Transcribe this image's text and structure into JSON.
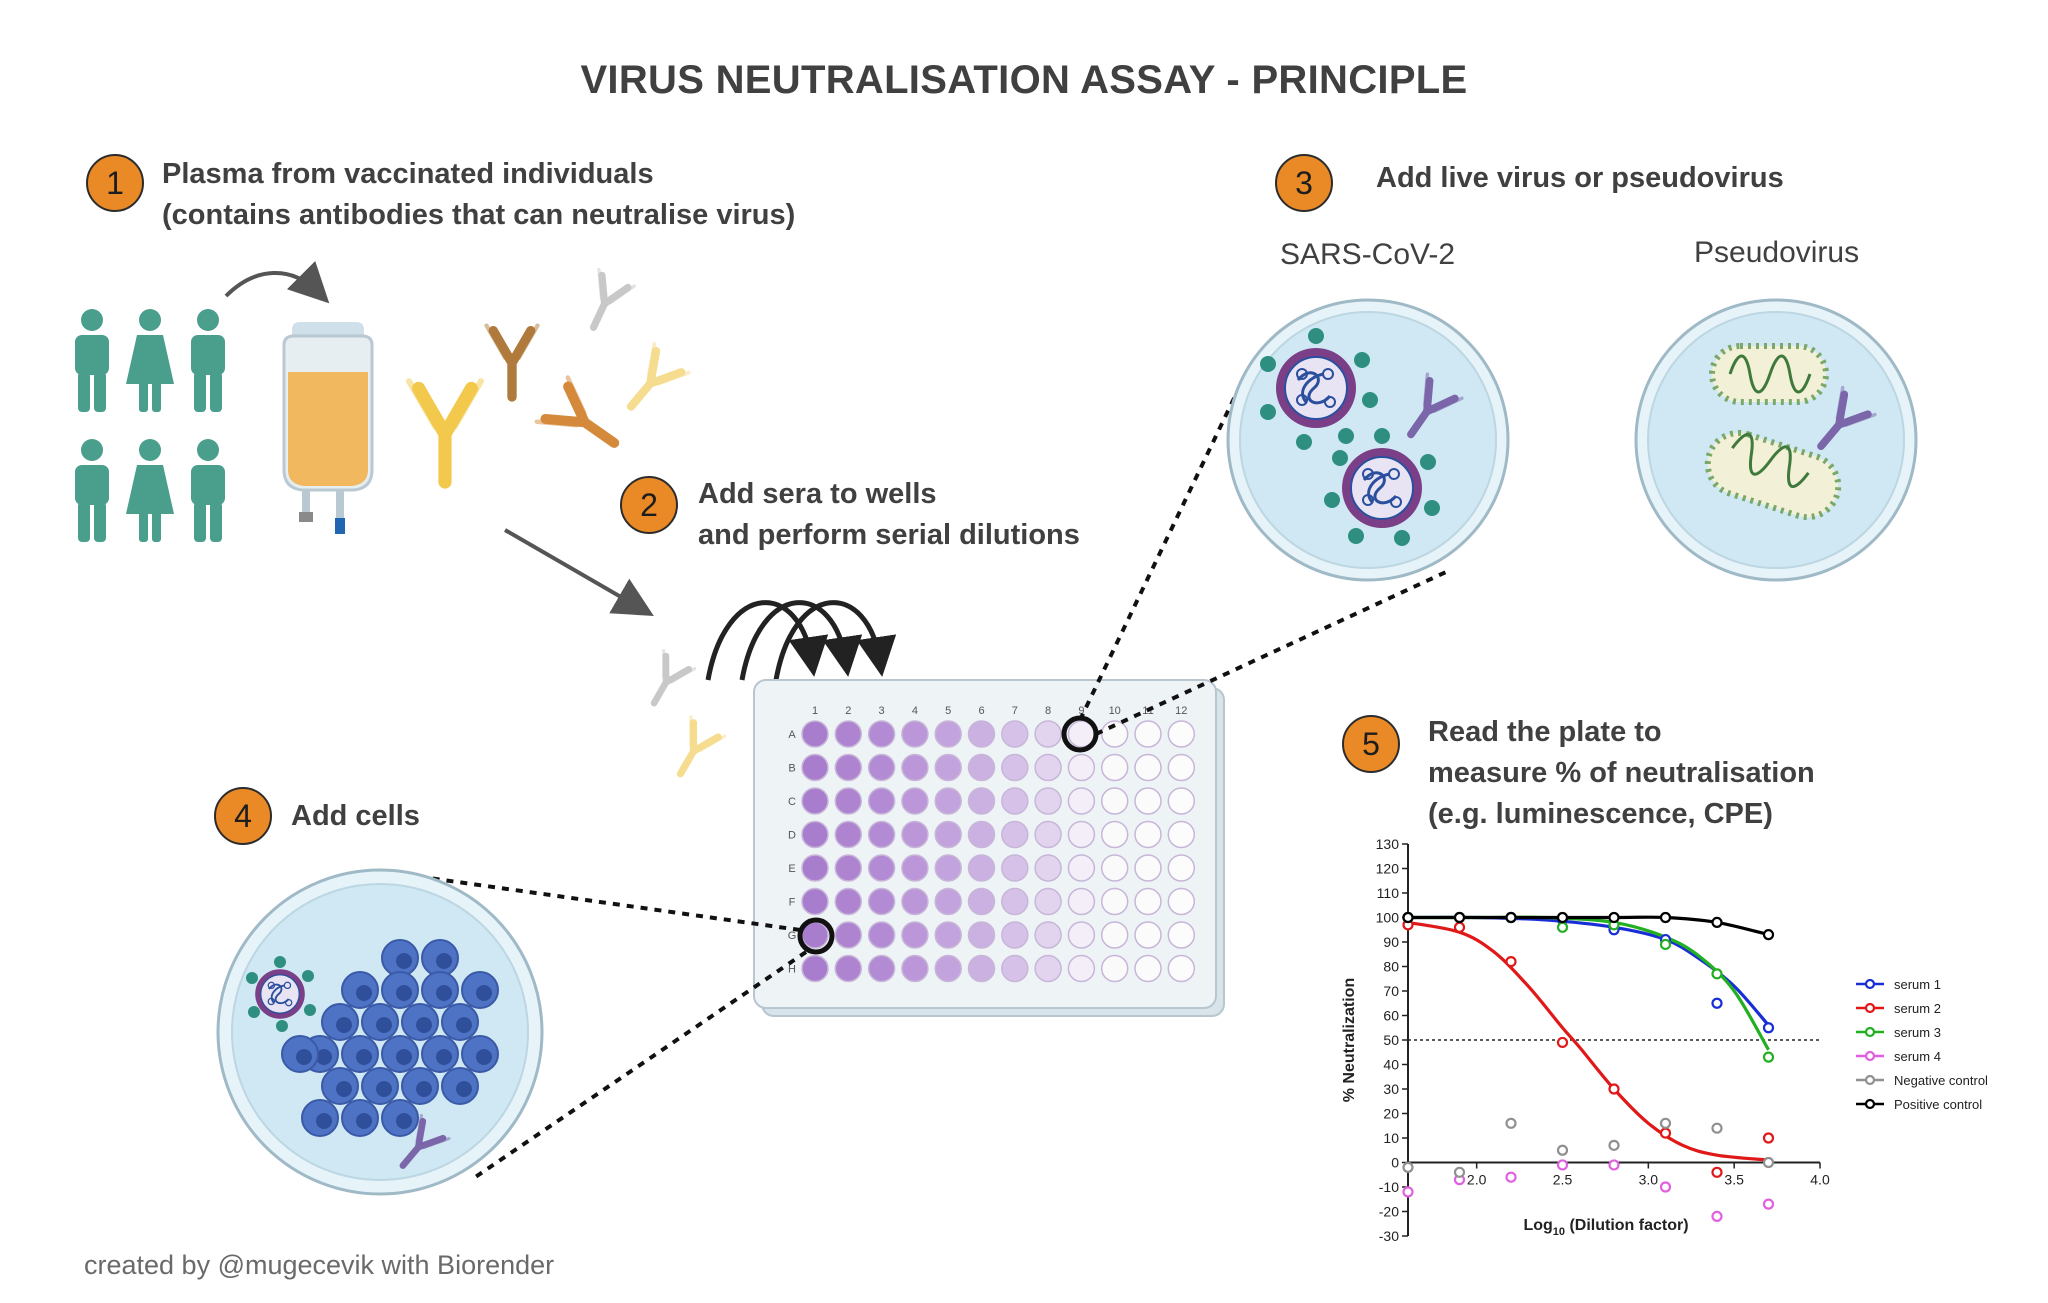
{
  "title": "VIRUS NEUTRALISATION ASSAY - PRINCIPLE",
  "credit": "created by @mugecevik with Biorender",
  "colors": {
    "badge": "#e98a26",
    "person": "#4a9e8c",
    "well_dark": "#b086d0",
    "dish": "#cfe8f4",
    "serum1": "#1a2ed6",
    "serum2": "#e01818",
    "serum3": "#22b022",
    "serum4": "#e060e0",
    "negative": "#909090",
    "positive": "#000000"
  },
  "steps": [
    {
      "number": "1",
      "line1": "Plasma from vaccinated individuals",
      "line2": "(contains antibodies that can neutralise virus)"
    },
    {
      "number": "2",
      "line1": "Add sera to wells",
      "line2": "and perform serial dilutions"
    },
    {
      "number": "3",
      "line1": "Add live virus or pseudovirus"
    },
    {
      "number": "4",
      "line1": "Add cells"
    },
    {
      "number": "5",
      "line1": "Read the plate to",
      "line2": "measure % of neutralisation",
      "line3": "(e.g. luminescence, CPE)"
    }
  ],
  "dishes": {
    "left_label": "SARS-CoV-2",
    "right_label": "Pseudovirus"
  },
  "plate": {
    "columns": [
      "1",
      "2",
      "3",
      "4",
      "5",
      "6",
      "7",
      "8",
      "9",
      "10",
      "11",
      "12"
    ],
    "rows": [
      "A",
      "B",
      "C",
      "D",
      "E",
      "F",
      "G",
      "H"
    ]
  },
  "chart_data": {
    "type": "scatter",
    "title": "",
    "xlabel_main": "Log",
    "xlabel_sub": "10",
    "xlabel_rest": " (Dilution factor)",
    "ylabel": "% Neutralization",
    "xlim": [
      1.6,
      4.0
    ],
    "ylim": [
      -30,
      130
    ],
    "x_ticks": [
      "2.0",
      "2.5",
      "3.0",
      "3.5",
      "4.0"
    ],
    "y_ticks": [
      "130",
      "120",
      "110",
      "100",
      "90",
      "80",
      "70",
      "60",
      "50",
      "40",
      "30",
      "20",
      "10",
      "0",
      "-10",
      "-20",
      "-30"
    ],
    "reference_line": 50,
    "legend_position": "right",
    "series": [
      {
        "name": "serum 1",
        "color": "#1a2ed6",
        "points": [
          [
            1.6,
            100
          ],
          [
            1.9,
            100
          ],
          [
            2.2,
            100
          ],
          [
            2.5,
            99
          ],
          [
            2.8,
            95
          ],
          [
            3.1,
            91
          ],
          [
            3.4,
            65
          ],
          [
            3.7,
            55
          ]
        ],
        "curve": [
          [
            1.6,
            100
          ],
          [
            2.0,
            100
          ],
          [
            2.4,
            99
          ],
          [
            2.8,
            96
          ],
          [
            3.1,
            91
          ],
          [
            3.3,
            83
          ],
          [
            3.5,
            72
          ],
          [
            3.7,
            56
          ]
        ]
      },
      {
        "name": "serum 2",
        "color": "#e01818",
        "points": [
          [
            1.6,
            97
          ],
          [
            1.9,
            96
          ],
          [
            2.2,
            82
          ],
          [
            2.5,
            49
          ],
          [
            2.8,
            30
          ],
          [
            3.1,
            12
          ],
          [
            3.4,
            -4
          ],
          [
            3.7,
            10
          ]
        ],
        "curve": [
          [
            1.6,
            98
          ],
          [
            1.9,
            94
          ],
          [
            2.1,
            86
          ],
          [
            2.3,
            72
          ],
          [
            2.5,
            55
          ],
          [
            2.6,
            47
          ],
          [
            2.8,
            30
          ],
          [
            3.0,
            16
          ],
          [
            3.2,
            7
          ],
          [
            3.4,
            3
          ],
          [
            3.7,
            1
          ]
        ]
      },
      {
        "name": "serum 3",
        "color": "#22b022",
        "points": [
          [
            1.6,
            100
          ],
          [
            1.9,
            100
          ],
          [
            2.2,
            100
          ],
          [
            2.5,
            96
          ],
          [
            2.8,
            97
          ],
          [
            3.1,
            89
          ],
          [
            3.4,
            77
          ],
          [
            3.7,
            43
          ]
        ],
        "curve": [
          [
            1.6,
            100
          ],
          [
            2.0,
            100
          ],
          [
            2.4,
            100
          ],
          [
            2.8,
            98
          ],
          [
            3.1,
            92
          ],
          [
            3.3,
            84
          ],
          [
            3.5,
            70
          ],
          [
            3.7,
            46
          ]
        ]
      },
      {
        "name": "serum 4",
        "color": "#e060e0",
        "points": [
          [
            1.6,
            -12
          ],
          [
            1.9,
            -7
          ],
          [
            2.2,
            -6
          ],
          [
            2.5,
            -1
          ],
          [
            2.8,
            -1
          ],
          [
            3.1,
            -10
          ],
          [
            3.4,
            -22
          ],
          [
            3.7,
            -17
          ]
        ]
      },
      {
        "name": "Negative control",
        "color": "#909090",
        "points": [
          [
            1.6,
            -2
          ],
          [
            1.9,
            -4
          ],
          [
            2.2,
            16
          ],
          [
            2.5,
            5
          ],
          [
            2.8,
            7
          ],
          [
            3.1,
            16
          ],
          [
            3.4,
            14
          ],
          [
            3.7,
            0
          ]
        ]
      },
      {
        "name": "Positive control",
        "color": "#000000",
        "points": [
          [
            1.6,
            100
          ],
          [
            1.9,
            100
          ],
          [
            2.2,
            100
          ],
          [
            2.5,
            100
          ],
          [
            2.8,
            100
          ],
          [
            3.1,
            100
          ],
          [
            3.4,
            98
          ],
          [
            3.7,
            93
          ]
        ],
        "curve": [
          [
            1.6,
            100
          ],
          [
            2.2,
            100
          ],
          [
            2.8,
            100
          ],
          [
            3.1,
            100
          ],
          [
            3.4,
            98
          ],
          [
            3.7,
            93
          ]
        ]
      }
    ]
  }
}
